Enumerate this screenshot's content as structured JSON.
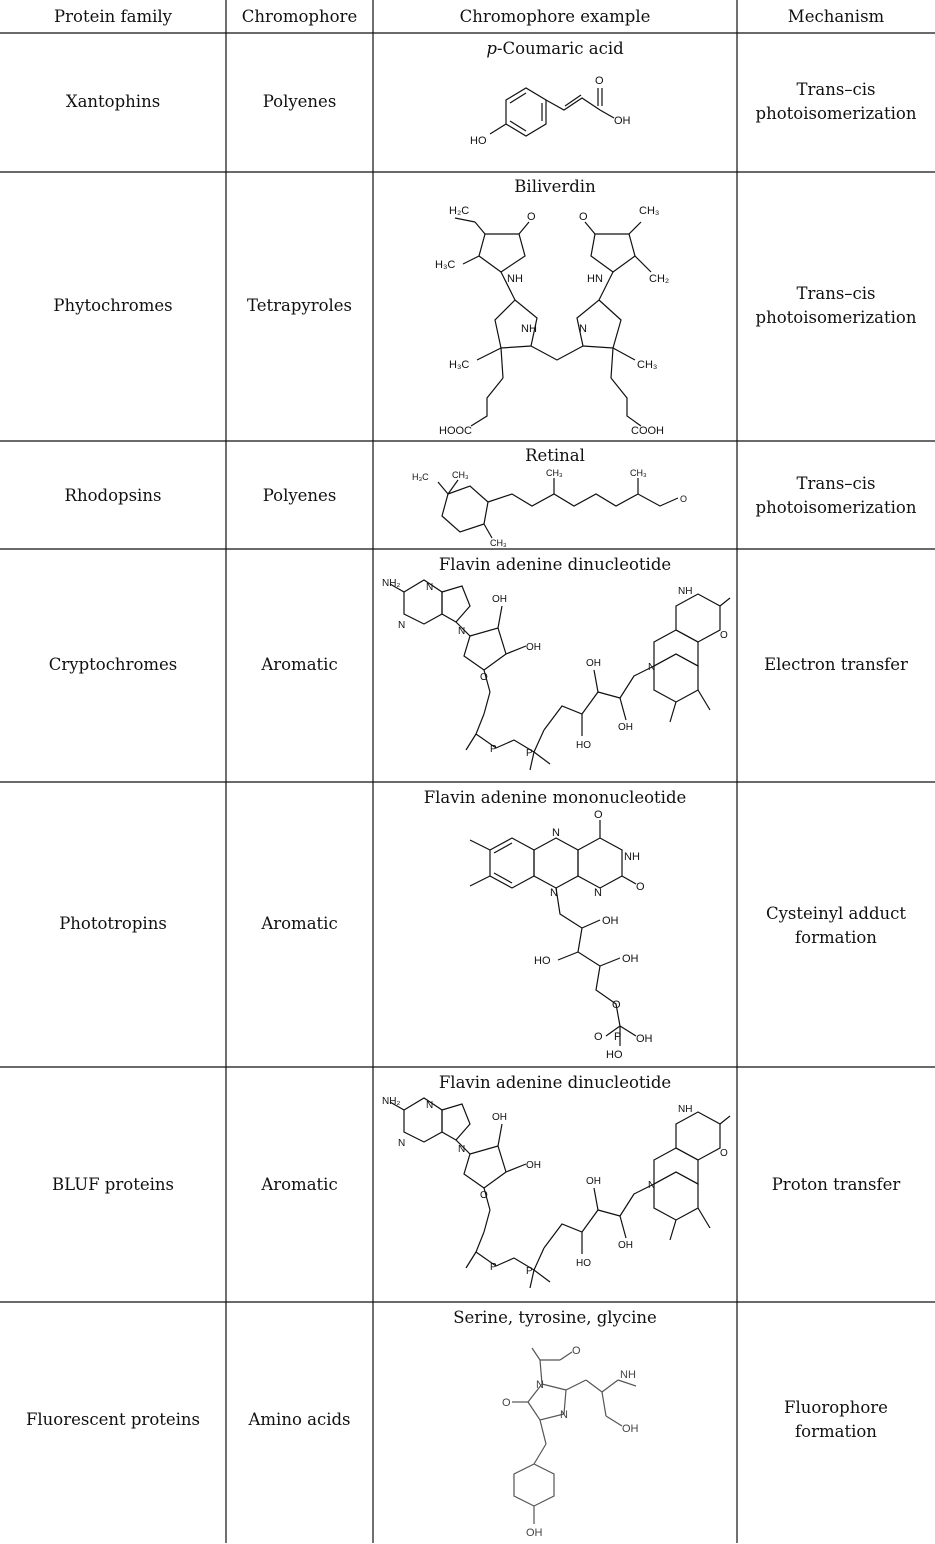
{
  "table": {
    "headers": [
      "Protein family",
      "Chromophore",
      "Chromophore example",
      "Mechanism"
    ],
    "rows": [
      {
        "family": "Xantophins",
        "chromophore": "Polyenes",
        "example": "p-Coumaric acid",
        "example_prefix": "p",
        "example_rest": "-Coumaric acid",
        "mechanism": [
          "Trans–cis",
          "photoisomerization"
        ],
        "labels": {
          "o1": "O",
          "oh": "OH",
          "ho": "HO"
        }
      },
      {
        "family": "Phytochromes",
        "chromophore": "Tetrapyroles",
        "example": "Biliverdin",
        "mechanism": [
          "Trans–cis",
          "photoisomerization"
        ],
        "labels": {
          "h2c": "H₂C",
          "ch3a": "CH₃",
          "h3c1": "H₃C",
          "o1": "O",
          "o2": "O",
          "nh1": "NH",
          "hn": "HN",
          "ch2": "CH₂",
          "nh2": "NH",
          "n1": "N",
          "h3c2": "H₃C",
          "ch3b": "CH₃",
          "hooc": "HOOC",
          "cooh": "COOH"
        }
      },
      {
        "family": "Rhodopsins",
        "chromophore": "Polyenes",
        "example": "Retinal",
        "mechanism": [
          "Trans–cis",
          "photoisomerization"
        ],
        "labels": {
          "h3c": "H₃C",
          "ch3a": "CH₃",
          "ch3b": "CH₃",
          "ch3c": "CH₃",
          "ch3d": "CH₃",
          "o": "O"
        }
      },
      {
        "family": "Cryptochromes",
        "chromophore": "Aromatic",
        "example": "Flavin adenine dinucleotide",
        "mechanism": [
          "Electron transfer"
        ],
        "labels": {
          "nh2": "NH₂",
          "n": "N",
          "oh": "OH",
          "o": "O",
          "p": "P",
          "nh": "NH",
          "ho": "HO"
        }
      },
      {
        "family": "Phototropins",
        "chromophore": "Aromatic",
        "example": "Flavin adenine mononucleotide",
        "mechanism": [
          "Cysteinyl adduct",
          "formation"
        ],
        "labels": {
          "o": "O",
          "nh": "NH",
          "n": "N",
          "oh": "OH",
          "ho": "HO",
          "p": "P"
        }
      },
      {
        "family": "BLUF proteins",
        "chromophore": "Aromatic",
        "example": "Flavin adenine dinucleotide",
        "mechanism": [
          "Proton transfer"
        ],
        "labels": {
          "nh2": "NH₂",
          "n": "N",
          "oh": "OH",
          "o": "O",
          "p": "P",
          "nh": "NH",
          "ho": "HO"
        }
      },
      {
        "family": "Fluorescent proteins",
        "chromophore": "Amino acids",
        "example": "Serine, tyrosine, glycine",
        "mechanism": [
          "Fluorophore",
          "formation"
        ],
        "labels": {
          "o": "O",
          "n": "N",
          "nh": "NH",
          "oh": "OH"
        }
      }
    ]
  }
}
